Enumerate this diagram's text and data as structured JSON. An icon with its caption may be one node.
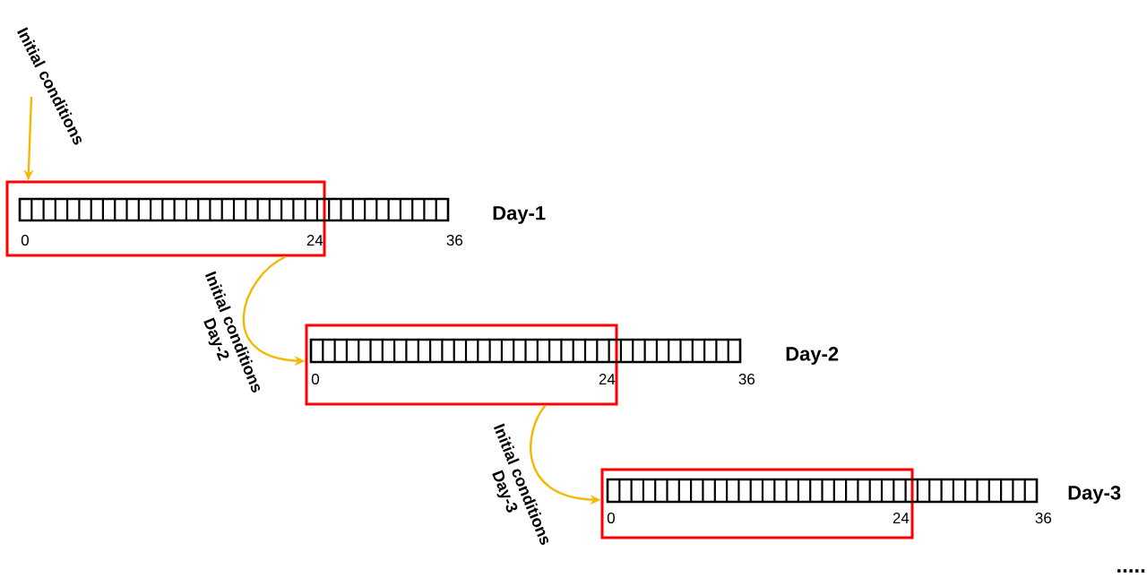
{
  "diagram": {
    "nodes": [
      {
        "text": [],
        "shape": "box"
      },
      {
        "text": [],
        "shape": "bar",
        "beside": [
          "Day-1"
        ]
      },
      {
        "text": [],
        "shape": "box"
      },
      {
        "text": [],
        "shape": "bar",
        "beside": [
          "Day-2"
        ]
      },
      {
        "text": [],
        "shape": "box"
      },
      {
        "text": [],
        "shape": "bar",
        "beside": [
          "Day-3"
        ]
      }
    ],
    "edges": [
      {
        "from": null,
        "to": 0,
        "arrow": "to",
        "label": "Initial conditions"
      },
      {
        "from": 0,
        "to": 2,
        "arrow": "to",
        "label": "Initial conditions Day-2"
      },
      {
        "from": 2,
        "to": 4,
        "arrow": "to",
        "label": "Initial conditions Day-3"
      }
    ],
    "labels": [
      "0",
      "24",
      "36",
      "0",
      "24",
      "36",
      "0",
      "24",
      "36",
      "....."
    ]
  }
}
